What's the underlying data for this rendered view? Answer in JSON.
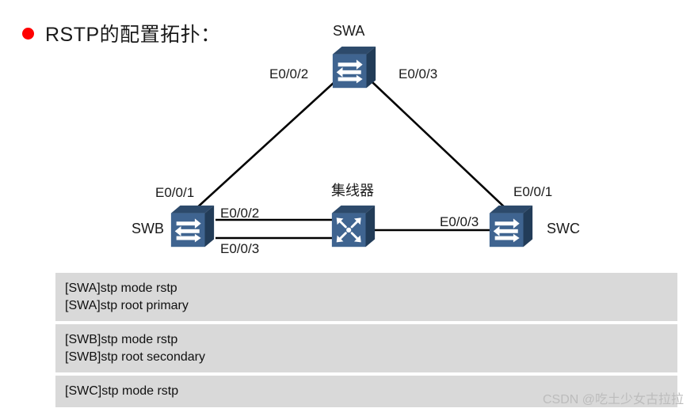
{
  "slide": {
    "bullet_color": "#ff0000",
    "title": "RSTP的配置拓扑："
  },
  "topology": {
    "devices": [
      {
        "id": "swa",
        "label": "SWA",
        "type": "switch"
      },
      {
        "id": "swb",
        "label": "SWB",
        "type": "switch"
      },
      {
        "id": "swc",
        "label": "SWC",
        "type": "switch"
      },
      {
        "id": "hub",
        "label": "集线器",
        "type": "hub"
      }
    ],
    "port_labels": {
      "swa_to_swb": "E0/0/2",
      "swa_to_swc": "E0/0/3",
      "swb_to_swa": "E0/0/1",
      "swb_to_hub_upper": "E0/0/2",
      "swb_to_hub_lower": "E0/0/3",
      "swc_to_swa": "E0/0/1",
      "swc_to_hub": "E0/0/3"
    },
    "colors": {
      "switch_face": "#3f6490",
      "switch_top": "#2d4a6b",
      "switch_side": "#24405e",
      "link": "#000000"
    }
  },
  "commands": {
    "blocks": [
      {
        "lines": [
          "[SWA]stp mode rstp",
          "[SWA]stp root primary"
        ]
      },
      {
        "lines": [
          "[SWB]stp mode rstp",
          "[SWB]stp root secondary"
        ]
      },
      {
        "lines": [
          "[SWC]stp mode rstp"
        ]
      }
    ],
    "background": "#d9d9d9"
  },
  "watermark": {
    "text": "CSDN @吃土少女古拉拉"
  }
}
